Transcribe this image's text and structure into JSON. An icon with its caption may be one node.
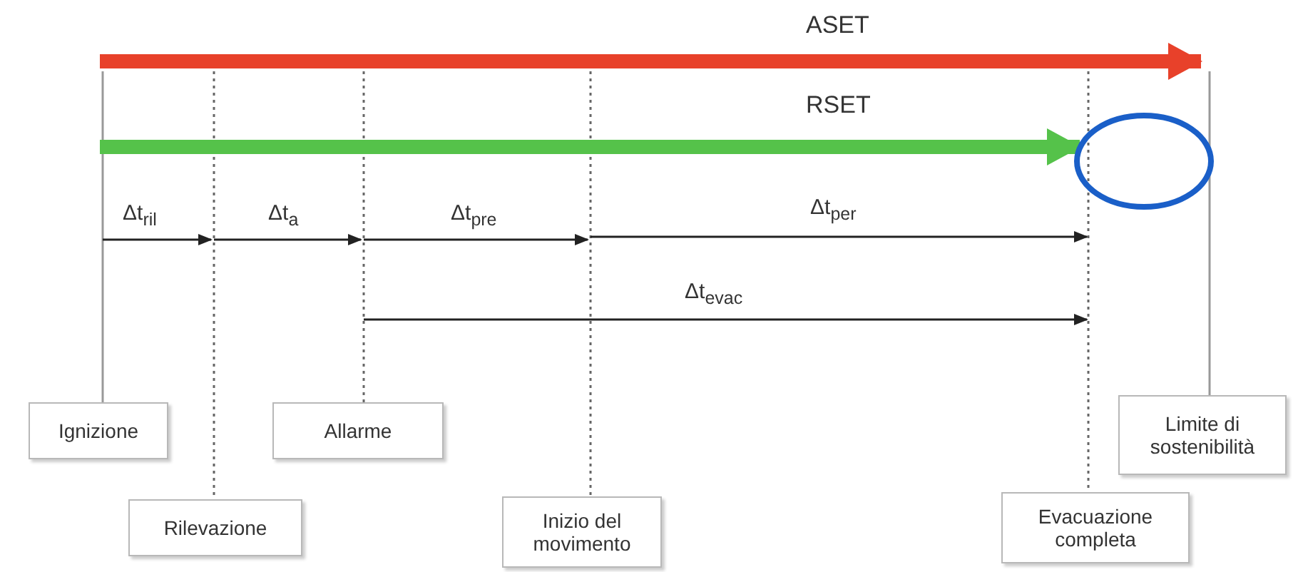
{
  "diagram": {
    "nodes": [
      {
        "text": [
          "Ignizione"
        ]
      },
      {
        "text": [
          "Rilevazione"
        ]
      },
      {
        "text": [
          "Allarme"
        ]
      },
      {
        "text": [
          "Inizio del movimento"
        ]
      },
      {
        "text": [
          "Evacuazione completa"
        ]
      },
      {
        "text": [
          "Limite di sostenibilità"
        ]
      }
    ],
    "labels": [
      "ASET",
      "RSET",
      "Δt$_{ril}$",
      "Δt$_{a}$",
      "Δt$_{pre}$",
      "Δt$_{per}$",
      "Δt$_{evac}$"
    ]
  }
}
